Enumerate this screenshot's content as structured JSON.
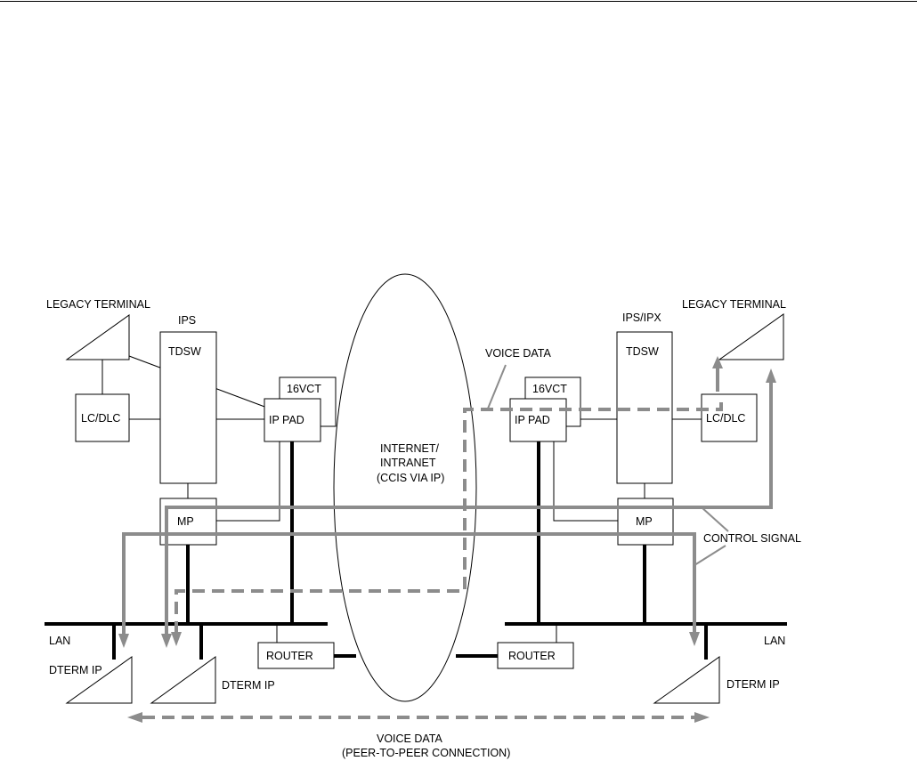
{
  "labels": {
    "legacy_terminal_left": "LEGACY TERMINAL",
    "legacy_terminal_right": "LEGACY TERMINAL",
    "ips_left": "IPS",
    "ips_right": "IPS/IPX",
    "tdsw_left": "TDSW",
    "tdsw_right": "TDSW",
    "lcdlc_left": "LC/DLC",
    "lcdlc_right": "LC/DLC",
    "vct_left": "16VCT",
    "vct_right": "16VCT",
    "ippad_left": "IP PAD",
    "ippad_right": "IP PAD",
    "mp_left": "MP",
    "mp_right": "MP",
    "internet_line1": "INTERNET/",
    "internet_line2": "INTRANET",
    "internet_line3": "(CCIS VIA IP)",
    "voice_data_top": "VOICE DATA",
    "control_signal": "CONTROL SIGNAL",
    "lan_left": "LAN",
    "lan_right": "LAN",
    "router_left": "ROUTER",
    "router_right": "ROUTER",
    "dterm_ip_1": "DTERM IP",
    "dterm_ip_2": "DTERM IP",
    "dterm_ip_3": "DTERM IP",
    "voice_data_bottom_line1": "VOICE DATA",
    "voice_data_bottom_line2": "(PEER-TO-PEER CONNECTION)"
  },
  "colors": {
    "line": "#000000",
    "signal": "#8c8c8c",
    "background": "#ffffff"
  }
}
